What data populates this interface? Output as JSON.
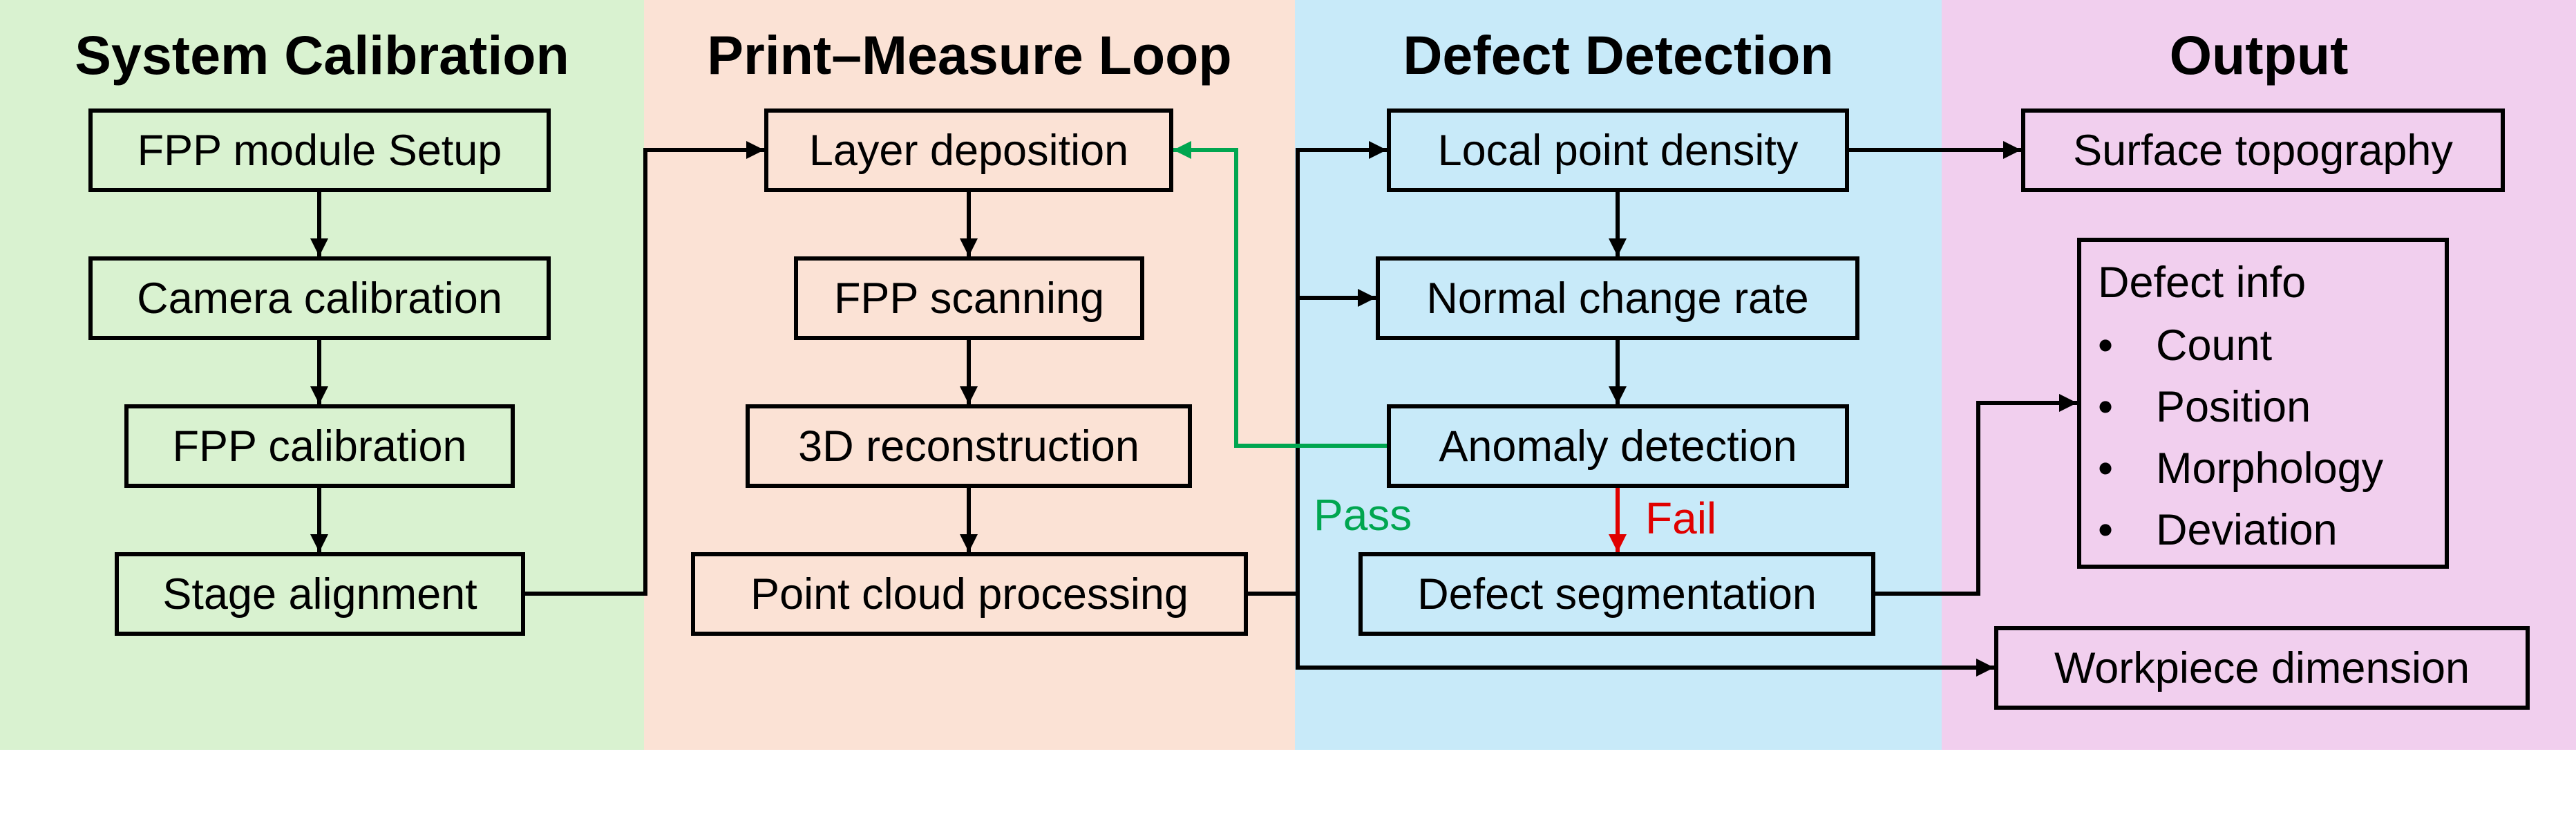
{
  "panels": {
    "calibration": {
      "title": "System Calibration",
      "color": "#d9f2d0"
    },
    "loop": {
      "title": "Print–Measure Loop",
      "color": "#fbe2d5"
    },
    "detection": {
      "title": "Defect Detection",
      "color": "#c8eaf9"
    },
    "output": {
      "title": "Output",
      "color": "#f1cfee"
    }
  },
  "calibration": {
    "fpp_module_setup": "FPP module Setup",
    "camera_calibration": "Camera calibration",
    "fpp_calibration": "FPP calibration",
    "stage_alignment": "Stage alignment"
  },
  "loop": {
    "layer_deposition": "Layer deposition",
    "fpp_scanning": "FPP scanning",
    "reconstruction": "3D reconstruction",
    "point_cloud_processing": "Point cloud processing"
  },
  "detection": {
    "local_point_density": "Local point density",
    "normal_change_rate": "Normal change rate",
    "anomaly_detection": "Anomaly detection",
    "defect_segmentation": "Defect segmentation",
    "pass_label": "Pass",
    "fail_label": "Fail",
    "pass_color": "#00a650",
    "fail_color": "#e00000"
  },
  "output": {
    "surface_topography": "Surface topography",
    "defect_info": {
      "title": "Defect info",
      "bullet": "•",
      "items": [
        "Count",
        "Position",
        "Morphology",
        "Deviation"
      ]
    },
    "workpiece_dimension": "Workpiece dimension"
  }
}
